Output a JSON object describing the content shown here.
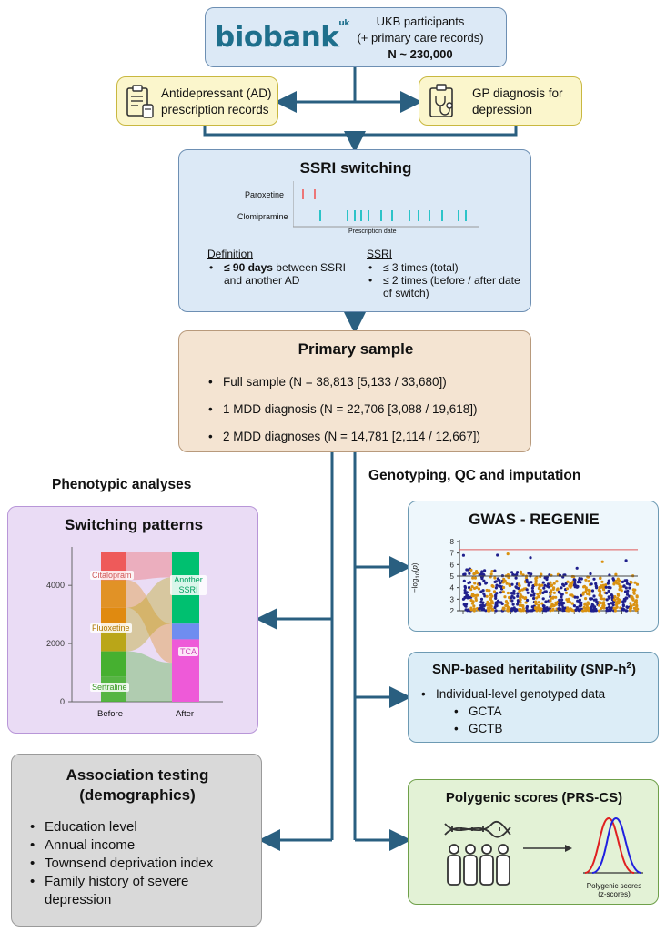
{
  "top": {
    "logo_text": "biobank",
    "logo_sup": "uk",
    "line1": "UKB participants",
    "line2": "(+ primary care records)",
    "line3": "N ~ 230,000"
  },
  "ad_records": {
    "line1": "Antidepressant (AD)",
    "line2": "prescription records"
  },
  "gp_diag": {
    "line1": "GP diagnosis for",
    "line2": "depression"
  },
  "ssri": {
    "title": "SSRI switching",
    "drug1": "Paroxetine",
    "drug2": "Clomipramine",
    "axis_label": "Prescription date",
    "def_heading": "Definition",
    "def_bold": "≤ 90 days",
    "def_rest": " between SSRI and another AD",
    "ssri_heading": "SSRI",
    "ssri_items": [
      "≤ 3 times (total)",
      "≤ 2 times (before / after date of switch)"
    ]
  },
  "primary": {
    "title": "Primary sample",
    "items": [
      "Full sample (N = 38,813 [5,133 / 33,680])",
      "1 MDD diagnosis (N = 22,706 [3,088 / 19,618])",
      "2 MDD diagnoses (N = 14,781 [2,114 / 12,667])"
    ]
  },
  "left_section_title": "Phenotypic analyses",
  "right_section_title": "Genotyping, QC and imputation",
  "switching": {
    "title": "Switching patterns",
    "left_labels": [
      "Citalopram",
      "Fluoxetine",
      "Sertraline"
    ],
    "right_labels": [
      "Another SSRI",
      "TCA"
    ],
    "colors": {
      "red": "#ee5a5a",
      "orange": "#e08a10",
      "olive": "#b5a000",
      "green": "#46b030",
      "teal": "#00c070",
      "blue": "#6f8df0",
      "pink": "#ee5ad8"
    }
  },
  "association": {
    "title1": "Association testing",
    "title2": "(demographics)",
    "items": [
      "Education level",
      "Annual income",
      "Townsend deprivation index",
      "Family history of severe depression"
    ]
  },
  "gwas": {
    "title": "GWAS - REGENIE",
    "ylabel": "−log10(p)"
  },
  "snph2": {
    "title": "SNP-based heritability (SNP-h",
    "title_sup": "2",
    "title_end": ")",
    "item": "Individual-level genotyped data",
    "subitems": [
      "GCTA",
      "GCTB"
    ]
  },
  "prs": {
    "title": "Polygenic scores (PRS-CS)",
    "caption1": "Polygenic scores",
    "caption2": "(z-scores)"
  },
  "chart_data": [
    {
      "type": "bar",
      "title": "Switching patterns",
      "categories": [
        "Before",
        "After"
      ],
      "yticks": [
        0,
        2000,
        4000
      ],
      "ylim": [
        0,
        5133
      ],
      "series": [
        {
          "name": "Citalopram",
          "values": [
            1900,
            null
          ]
        },
        {
          "name": "Fluoxetine",
          "values": [
            1500,
            null
          ]
        },
        {
          "name": "Sertraline",
          "values": [
            1733,
            null
          ]
        },
        {
          "name": "Another SSRI",
          "values": [
            null,
            2450
          ]
        },
        {
          "name": "TCA",
          "values": [
            null,
            2683
          ]
        }
      ]
    },
    {
      "type": "scatter",
      "title": "GWAS - REGENIE",
      "ylabel": "−log10(p)",
      "yticks": [
        2,
        3,
        4,
        5,
        6,
        7,
        8
      ],
      "ylim": [
        2,
        8
      ],
      "genomewide_line": 7.3,
      "suggestive_line": 5.0
    }
  ]
}
